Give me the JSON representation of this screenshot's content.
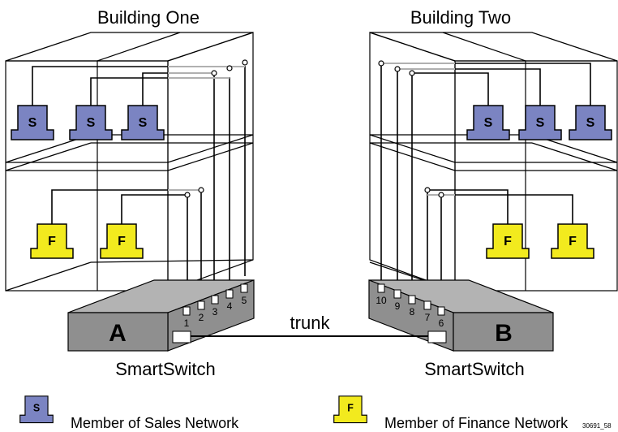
{
  "buildings": [
    {
      "title": "Building One"
    },
    {
      "title": "Building Two"
    }
  ],
  "switches": [
    {
      "letter": "A",
      "caption": "SmartSwitch",
      "ports": [
        "1",
        "2",
        "3",
        "4",
        "5"
      ]
    },
    {
      "letter": "B",
      "caption": "SmartSwitch",
      "ports": [
        "10",
        "9",
        "8",
        "7",
        "6"
      ]
    }
  ],
  "trunk_label": "trunk",
  "node_letters": {
    "sales": "S",
    "finance": "F"
  },
  "legend": [
    {
      "letter": "S",
      "text": "Member of Sales Network"
    },
    {
      "letter": "F",
      "text": "Member of Finance Network"
    }
  ],
  "figure_code": "30691_58",
  "colors": {
    "sales": "#7b84c2",
    "finance": "#f2ea1e",
    "switch_top": "#b3b3b3",
    "switch_front": "#8f8f8f",
    "line_light": "#b0b0b0"
  }
}
